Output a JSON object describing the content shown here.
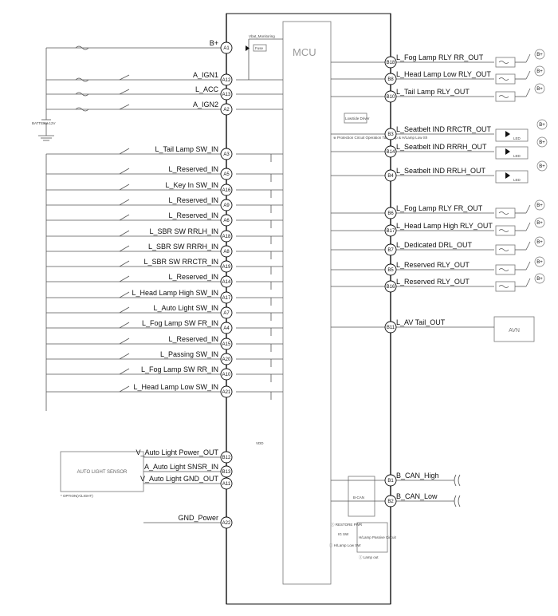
{
  "mcu_label": "MCU",
  "vbat_monitoring": "Vbat_Monitoring",
  "fuse_label": "Fuse",
  "battery_label": "BATTERY 12V",
  "left_pins": [
    {
      "pin": "A1",
      "label": "B+"
    },
    {
      "pin": "A12",
      "label": "A_IGN1"
    },
    {
      "pin": "A13",
      "label": "L_ACC"
    },
    {
      "pin": "A2",
      "label": "A_IGN2"
    },
    {
      "pin": "A3",
      "label": "L_Tail Lamp SW_IN"
    },
    {
      "pin": "A5",
      "label": "L_Reserved_IN"
    },
    {
      "pin": "A16",
      "label": "L_Key In SW_IN"
    },
    {
      "pin": "A9",
      "label": "L_Reserved_IN"
    },
    {
      "pin": "A6",
      "label": "L_Reserved_IN"
    },
    {
      "pin": "A18",
      "label": "L_SBR SW RRLH_IN"
    },
    {
      "pin": "A8",
      "label": "L_SBR SW RRRH_IN"
    },
    {
      "pin": "A19",
      "label": "L_SBR SW RRCTR_IN"
    },
    {
      "pin": "A14",
      "label": "L_Reserved_IN"
    },
    {
      "pin": "A17",
      "label": "L_Head Lamp High SW_IN"
    },
    {
      "pin": "A7",
      "label": "L_Auto Light SW_IN"
    },
    {
      "pin": "A4",
      "label": "L_Fog Lamp SW FR_IN"
    },
    {
      "pin": "A15",
      "label": "L_Reserved_IN"
    },
    {
      "pin": "A20",
      "label": "L_Passing SW_IN"
    },
    {
      "pin": "A10",
      "label": "L_Fog Lamp SW RR_IN"
    },
    {
      "pin": "A21",
      "label": "L_Head Lamp Low SW_IN"
    },
    {
      "pin": "B12",
      "label": "V_Auto Light Power_OUT"
    },
    {
      "pin": "B13",
      "label": "A_Auto Light SNSR_IN"
    },
    {
      "pin": "A11",
      "label": "V_Auto Light GND_OUT"
    },
    {
      "pin": "A22",
      "label": "GND_Power"
    }
  ],
  "right_pins": [
    {
      "pin": "B18",
      "label": "L_Fog Lamp RLY RR_OUT"
    },
    {
      "pin": "B8",
      "label": "L_Head Lamp Low RLY_OUT"
    },
    {
      "pin": "B10",
      "label": "L_Tail Lamp RLY_OUT"
    },
    {
      "pin": "B3",
      "label": "L_Seatbelt IND RRCTR_OUT"
    },
    {
      "pin": "B14",
      "label": "L_Seatbelt IND RRRH_OUT"
    },
    {
      "pin": "B4",
      "label": "L_Seatbelt IND RRLH_OUT"
    },
    {
      "pin": "B6",
      "label": "L_Fog Lamp RLY FR_OUT"
    },
    {
      "pin": "B17",
      "label": "L_Head Lamp High RLY_OUT"
    },
    {
      "pin": "B7",
      "label": "L_Dedicated DRL_OUT"
    },
    {
      "pin": "B5",
      "label": "L_Reserved RLY_OUT"
    },
    {
      "pin": "B16",
      "label": "L_Reserved RLY_OUT"
    },
    {
      "pin": "B11",
      "label": "L_AV Tail_OUT"
    },
    {
      "pin": "B1",
      "label": "B_CAN_High"
    },
    {
      "pin": "B2",
      "label": "B_CAN_Low"
    }
  ],
  "bplus_label": "B+",
  "led_label": "LED",
  "avn_label": "AVN",
  "bcan_label": "B-CAN",
  "vdd_label": "VDD",
  "sensor_label": "AUTO LIGHT SENSOR",
  "sensor_note": "* OPTION(A/LIGHT)",
  "lowside_driver": "LowSide Driver",
  "driver_note": "※ Protection Circuit Operation Tail Lamp & H/Lamp Low Sh",
  "wakeup_circuit": "H/Lamp Passive Circuit",
  "wakeup_in1": "ⓘ RESTORE PWR",
  "wakeup_in2": "IG SW",
  "wakeup_in3": "ⓘ H/Lamp Low SW",
  "wakeup_out": "ⓘ Lamp out"
}
